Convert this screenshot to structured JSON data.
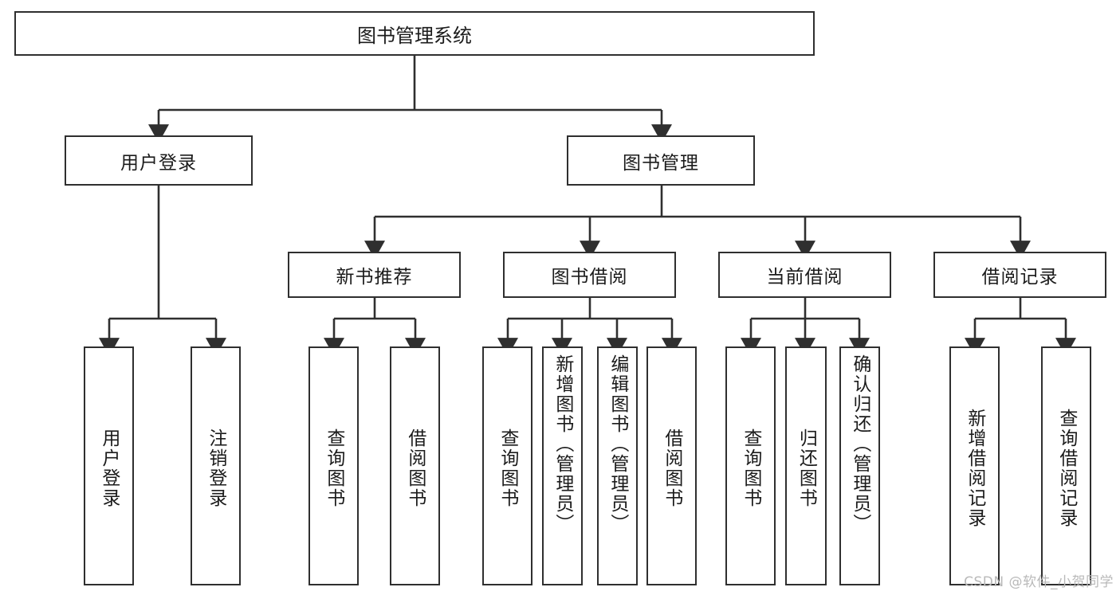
{
  "diagram": {
    "type": "hierarchy-tree",
    "title": "图书管理系统",
    "watermark": "CSDN @软件_小贺同学",
    "colors": {
      "border": "#2f2f2f",
      "background": "#ffffff",
      "text": "#1b1b1b",
      "watermark": "#b9b9b9"
    },
    "nodes": {
      "root": {
        "label": "图书管理系统"
      },
      "level2": [
        {
          "id": "user-login",
          "label": "用户登录"
        },
        {
          "id": "book-manage",
          "label": "图书管理"
        }
      ],
      "level3": [
        {
          "id": "new-book-recommend",
          "label": "新书推荐"
        },
        {
          "id": "book-borrow",
          "label": "图书借阅"
        },
        {
          "id": "current-borrow",
          "label": "当前借阅"
        },
        {
          "id": "borrow-record",
          "label": "借阅记录"
        }
      ],
      "leaves": {
        "user_login": [
          {
            "id": "leaf-user-login",
            "label": "用户登录"
          },
          {
            "id": "leaf-logout-login",
            "label": "注销登录"
          }
        ],
        "new_book_recommend": [
          {
            "id": "leaf-query-book-1",
            "label": "查询图书"
          },
          {
            "id": "leaf-borrow-book-1",
            "label": "借阅图书"
          }
        ],
        "book_borrow": [
          {
            "id": "leaf-query-book-2",
            "label": "查询图书"
          },
          {
            "id": "leaf-add-book-admin",
            "label": "新增图书（管理员）"
          },
          {
            "id": "leaf-edit-book-admin",
            "label": "编辑图书（管理员）"
          },
          {
            "id": "leaf-borrow-book-2",
            "label": "借阅图书"
          }
        ],
        "current_borrow": [
          {
            "id": "leaf-query-book-3",
            "label": "查询图书"
          },
          {
            "id": "leaf-return-book",
            "label": "归还图书"
          },
          {
            "id": "leaf-confirm-return-admin",
            "label": "确认归还（管理员）"
          }
        ],
        "borrow_record": [
          {
            "id": "leaf-add-borrow-record",
            "label": "新增借阅记录"
          },
          {
            "id": "leaf-query-borrow-record",
            "label": "查询借阅记录"
          }
        ]
      }
    }
  }
}
